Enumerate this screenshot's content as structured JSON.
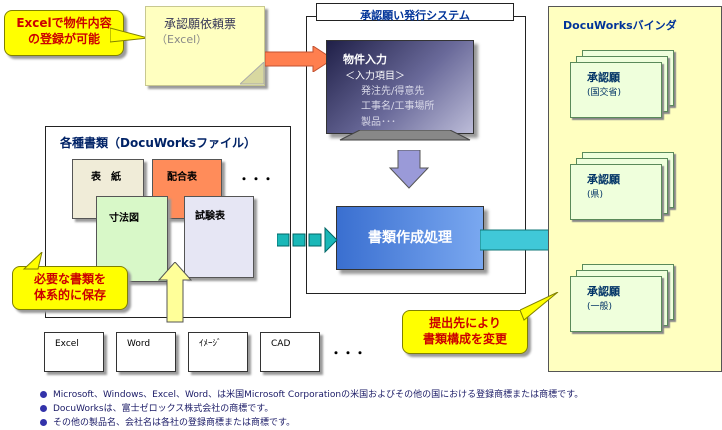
{
  "callouts": {
    "excel": [
      "Excelで物件内容",
      "の登録が可能"
    ],
    "organize": [
      "必要な書類を",
      "体系的に保存"
    ],
    "change": [
      "提出先により",
      "書類構成を変更"
    ]
  },
  "request_sheet": {
    "title": "承認願依頼票",
    "subtitle": "（Excel）"
  },
  "system": {
    "title": "承認願い発行システム",
    "monitor_lines": [
      "物件入力",
      "＜入力項目＞",
      "発注先/得意先",
      "工事名/工事場所",
      "製品･･･"
    ],
    "process_label": "書類作成処理"
  },
  "documents": {
    "title": "各種書類（DocuWorksファイル）",
    "items": [
      "表　紙",
      "配合表",
      "寸法図",
      "試験表"
    ],
    "ellipsis": "・・・"
  },
  "sources": {
    "items": [
      "Excel",
      "Word",
      "ｲﾒｰｼﾞ",
      "CAD"
    ],
    "ellipsis": "・・・"
  },
  "binder": {
    "title": "DocuWorksバインダ",
    "items": [
      {
        "title": "承認願",
        "sub": "(国交省)"
      },
      {
        "title": "承認願",
        "sub": "(県)"
      },
      {
        "title": "承認願",
        "sub": "(一般)"
      }
    ]
  },
  "footnotes": [
    "Microsoft、Windows、Excel、Word、は米国Microsoft Corporationの米国およびその他の国における登録商標または商標です。",
    "DocuWorksは、富士ゼロックス株式会社の商標です。",
    "その他の製品名、会社名は各社の登録商標または商標です。"
  ],
  "colors": {
    "accent_blue": "#003399",
    "callout_yellow": "#ffff00",
    "callout_text": "#cc0000",
    "arrow_orange": "#ff7f4f",
    "binder_bg": "#ffffc0"
  }
}
